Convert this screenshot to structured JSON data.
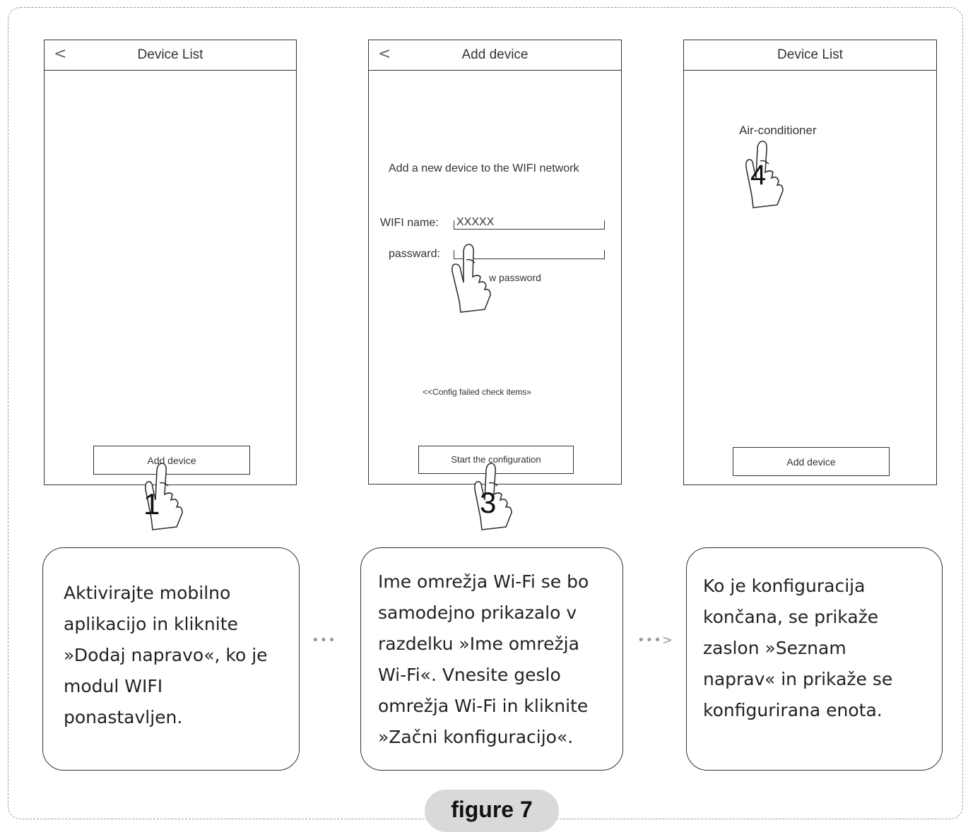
{
  "screen1": {
    "back_glyph": "<",
    "title": "Device List",
    "add_button": "Add device",
    "step": "1"
  },
  "screen2": {
    "back_glyph": "<",
    "title": "Add device",
    "prompt": "Add a new device to the WIFI network",
    "wifi_label": "WIFI name:",
    "wifi_value": "XXXXX",
    "password_label": "passward:",
    "show_password": "w password",
    "config_failed": "<<Config failed check items»",
    "start_button": "Start the configuration",
    "step": "3"
  },
  "screen3": {
    "title": "Device List",
    "device_item": "Air-conditioner",
    "add_button": "Add device",
    "step": "4"
  },
  "captions": {
    "step1": "Aktivirajte mobilno\naplikacijo in kliknite\n»Dodaj napravo«, ko je\nmodul WIFI\nponastavljen.",
    "step2": "Ime omrežja Wi-Fi se bo\nsamodejno prikazalo v\nrazdelku »Ime omrežja\nWi-Fi«. Vnesite geslo\nomrežja Wi-Fi in kliknite\n»Začni konfiguracijo«.",
    "step3": "Ko je konfiguracija\nkončana, se prikaže\nzaslon »Seznam\nnaprav« in prikaže se\nkonfigurirana enota."
  },
  "connectors": {
    "first": "•••",
    "second": "•••>"
  },
  "figure_label": "figure 7"
}
